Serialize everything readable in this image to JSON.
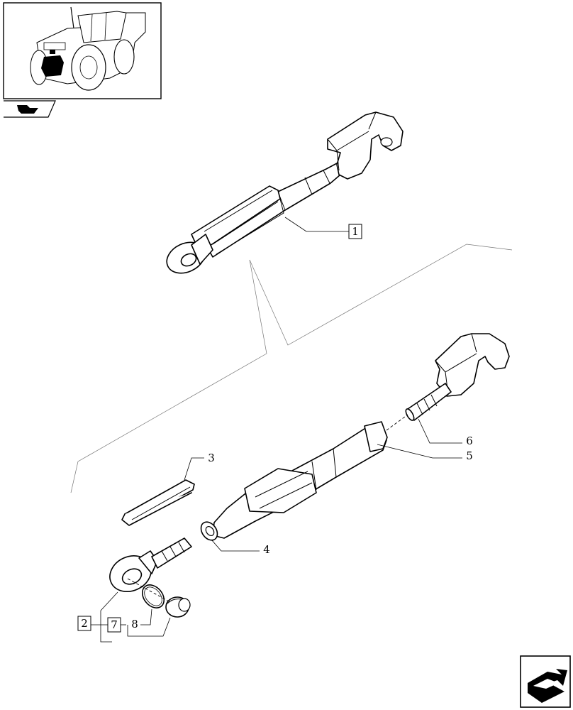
{
  "callouts": {
    "c1": "1",
    "c2": "2",
    "c3": "3",
    "c4": "4",
    "c5": "5",
    "c6": "6",
    "c7": "7",
    "c8": "8"
  },
  "icons": {
    "thumbnail": "tractor-thumbnail-icon",
    "section_marker": "arrow-marker-icon",
    "next_page": "next-page-arrow-icon"
  }
}
